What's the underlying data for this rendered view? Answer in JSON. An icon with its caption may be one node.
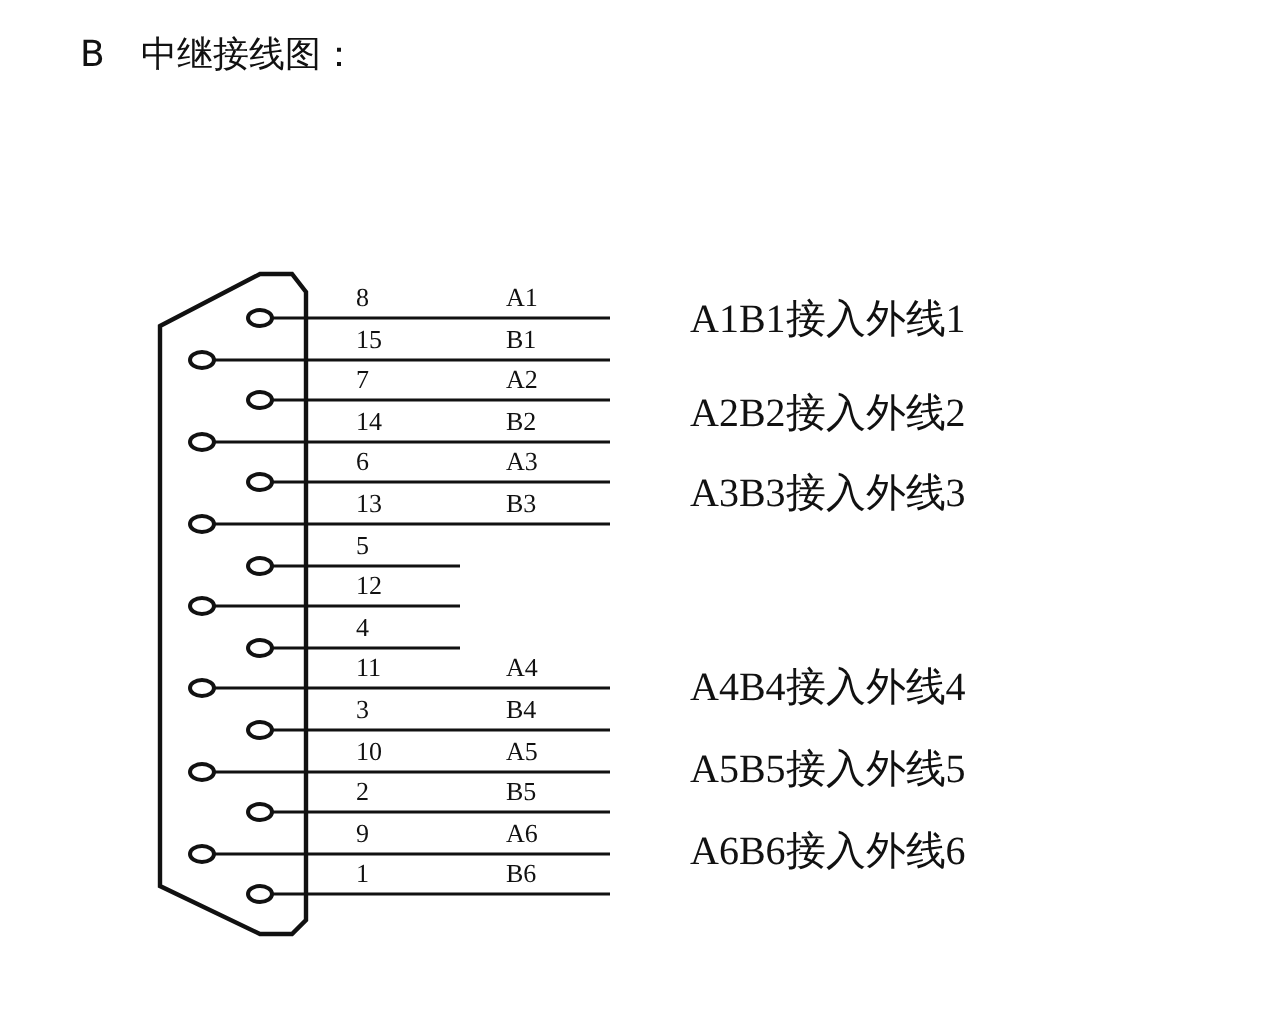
{
  "diagram": {
    "title": "B　中继接线图：",
    "nodes": [
      {
        "text": [],
        "shape": "circle",
        "beside": [
          "8",
          "A1"
        ]
      },
      {
        "text": [],
        "shape": "circle",
        "beside": [
          "15",
          "B1"
        ]
      },
      {
        "text": [],
        "shape": "circle",
        "beside": [
          "7",
          "A2"
        ]
      },
      {
        "text": [],
        "shape": "circle",
        "beside": [
          "14",
          "B2"
        ]
      },
      {
        "text": [],
        "shape": "circle",
        "beside": [
          "6",
          "A3"
        ]
      },
      {
        "text": [],
        "shape": "circle",
        "beside": [
          "13",
          "B3"
        ]
      },
      {
        "text": [],
        "shape": "circle",
        "beside": [
          "5"
        ]
      },
      {
        "text": [],
        "shape": "circle",
        "beside": [
          "12"
        ]
      },
      {
        "text": [],
        "shape": "circle",
        "beside": [
          "4"
        ]
      },
      {
        "text": [],
        "shape": "circle",
        "beside": [
          "11",
          "A4"
        ]
      },
      {
        "text": [],
        "shape": "circle",
        "beside": [
          "3",
          "B4"
        ]
      },
      {
        "text": [],
        "shape": "circle",
        "beside": [
          "10",
          "A5"
        ]
      },
      {
        "text": [],
        "shape": "circle",
        "beside": [
          "2",
          "B5"
        ]
      },
      {
        "text": [],
        "shape": "circle",
        "beside": [
          "9",
          "A6"
        ]
      },
      {
        "text": [],
        "shape": "circle",
        "beside": [
          "1",
          "B6"
        ]
      }
    ],
    "labels": [
      "A1B1接入外线1",
      "A2B2接入外线2",
      "A3B3接入外线3",
      "A4B4接入外线4",
      "A5B5接入外线5",
      "A6B6接入外线6"
    ]
  }
}
